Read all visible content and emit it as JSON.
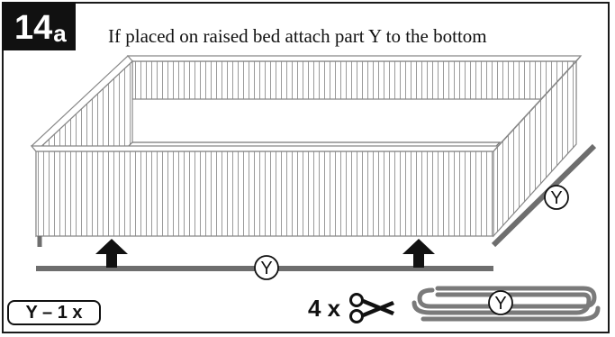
{
  "step": {
    "number": "14",
    "sub": "a"
  },
  "instruction": "If placed on raised bed attach part Y to the bottom",
  "part_letter": "Y",
  "parts_label": "Y – 1 x",
  "cut_quantity": "4 x",
  "icons": [
    "up-arrow-icon",
    "scissors-icon",
    "part-y-badge-icon",
    "coiled-strip-icon"
  ]
}
